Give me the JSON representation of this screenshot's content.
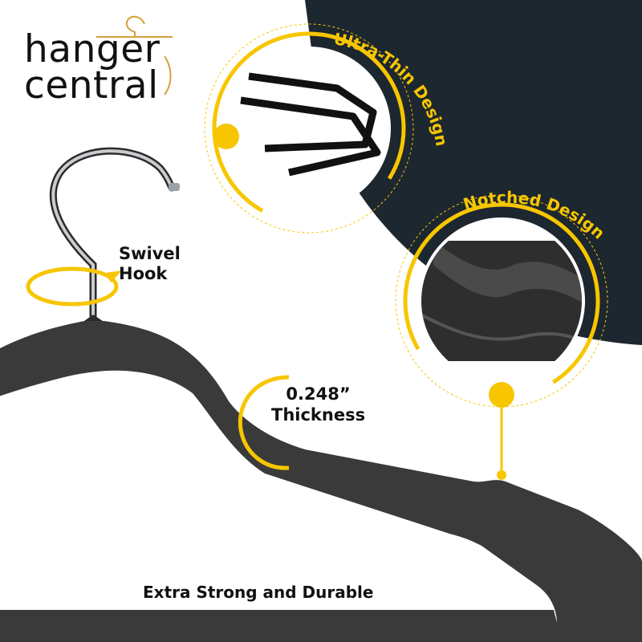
{
  "brand": {
    "line1": "hanger",
    "line2": "central"
  },
  "features": {
    "ultra_thin": "Ultra-Thin Design",
    "notched": "Notched Design",
    "swivel_line1": "Swivel",
    "swivel_line2": "Hook",
    "thickness_value": "0.248”",
    "thickness_label": "Thickness"
  },
  "caption": "Extra Strong and Durable",
  "colors": {
    "accent": "#f7c600",
    "dark_panel": "#1d2730",
    "hanger": "#3a3a3a",
    "text": "#111111"
  }
}
